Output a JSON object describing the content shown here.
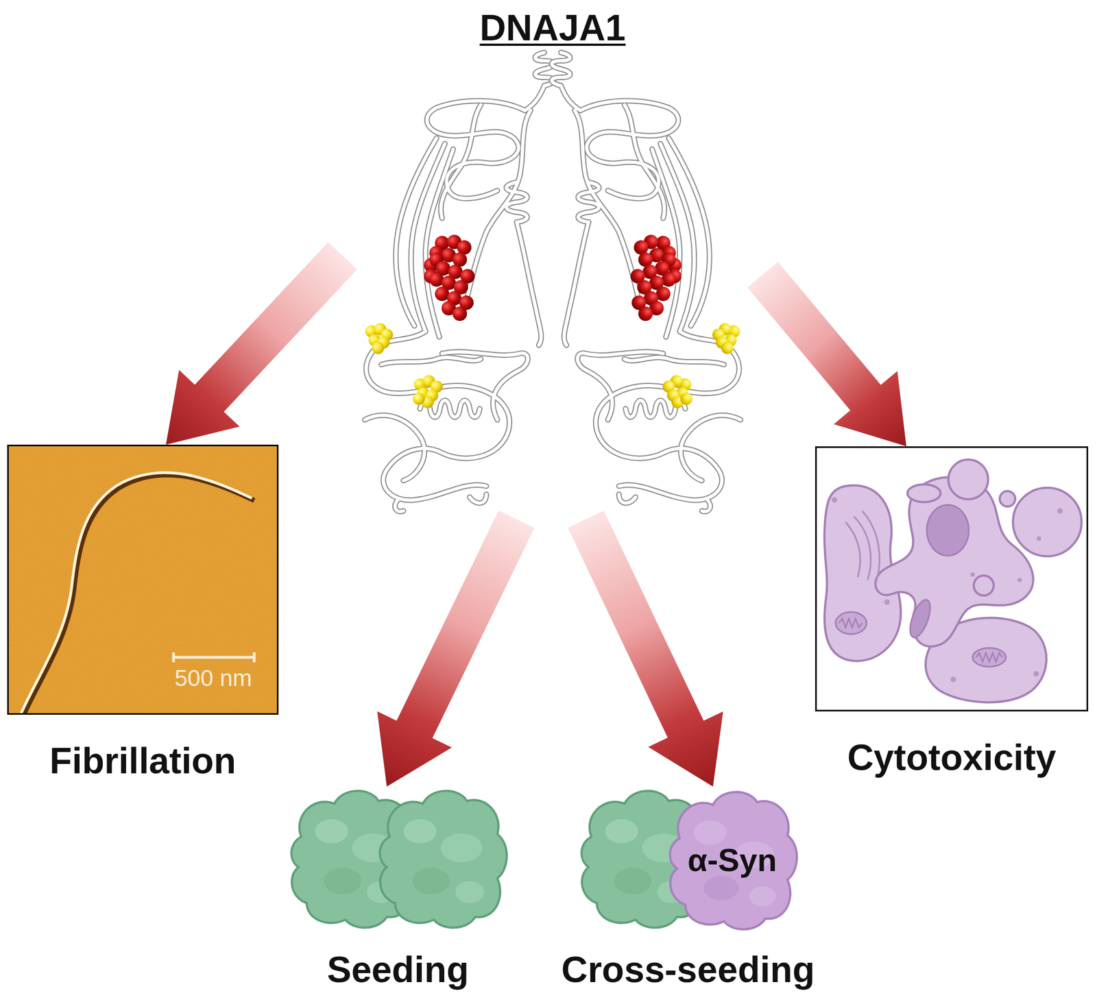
{
  "diagram": {
    "nodes": [
      {
        "text": [
          "DNAJA1"
        ]
      },
      {
        "text": [
          "Fibrillation"
        ]
      },
      {
        "text": [
          "Cytotoxicity"
        ]
      },
      {
        "text": [
          "Seeding"
        ]
      },
      {
        "text": [
          "Cross-seeding"
        ]
      },
      {
        "text": [
          "α-Syn"
        ],
        "in": 4
      }
    ],
    "edges": [
      {
        "from": 0,
        "to": 1,
        "arrow": "to"
      },
      {
        "from": 0,
        "to": 3,
        "arrow": "to"
      },
      {
        "from": 0,
        "to": 4,
        "arrow": "to"
      },
      {
        "from": 0,
        "to": 2,
        "arrow": "to"
      }
    ],
    "labels": [
      "500 nm"
    ]
  }
}
